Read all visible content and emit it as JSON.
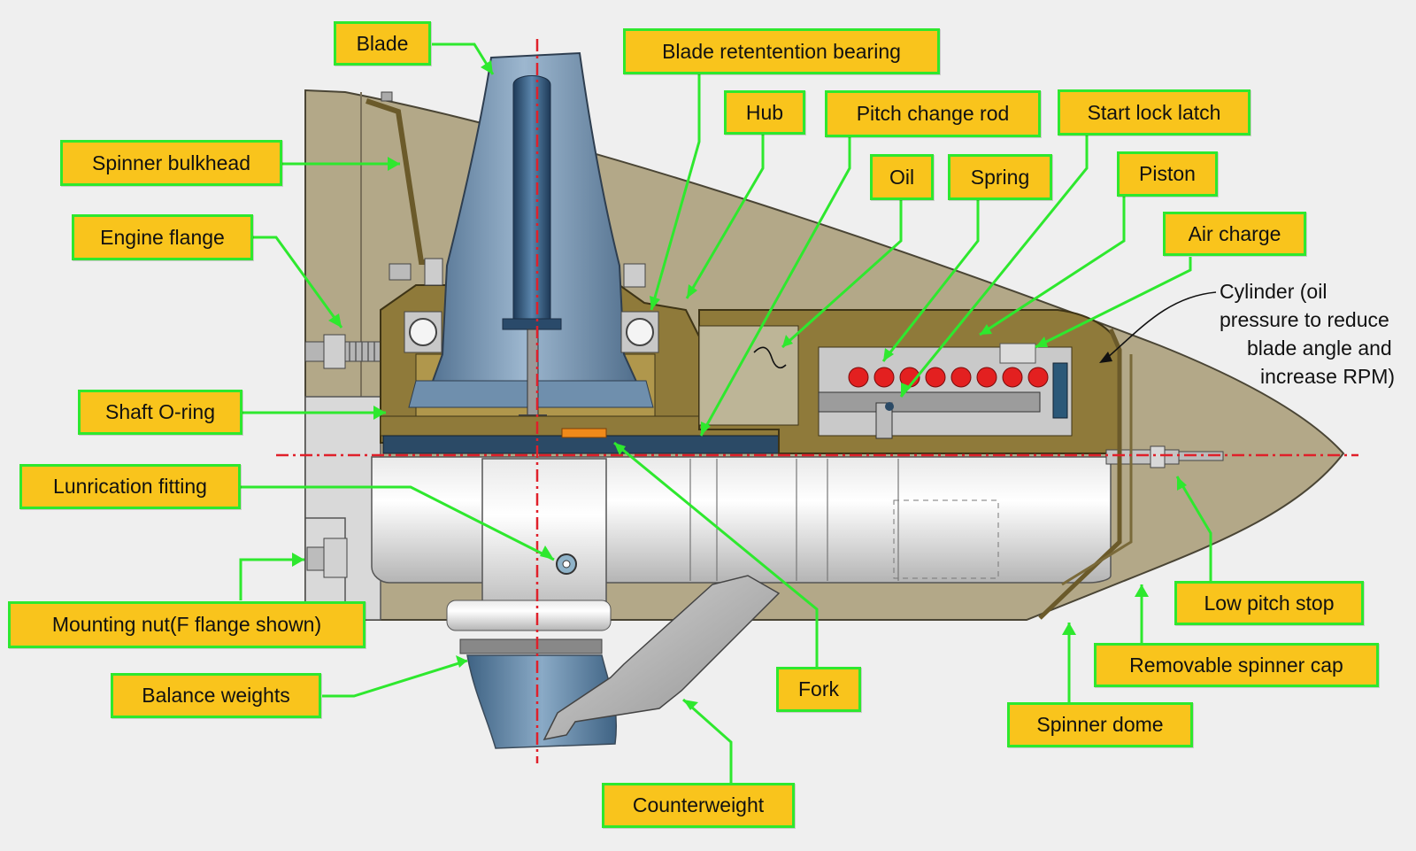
{
  "colors": {
    "label_fill": "#f9c41c",
    "label_border": "#2ee82e",
    "leader_line": "#2ee82e",
    "spinner": "#b3a888",
    "hub_bronze": "#8f7a3a",
    "blade_blue": "#6f8fad",
    "spring_red": "#e32020",
    "centerline": "#e0202a"
  },
  "labels": {
    "blade": "Blade",
    "blade_retention_bearing": "Blade retentention bearing",
    "hub": "Hub",
    "pitch_change_rod": "Pitch change rod",
    "start_lock_latch": "Start lock latch",
    "oil": "Oil",
    "spring": "Spring",
    "piston": "Piston",
    "air_charge": "Air charge",
    "spinner_bulkhead": "Spinner bulkhead",
    "engine_flange": "Engine flange",
    "shaft_o_ring": "Shaft O-ring",
    "lubrication_fitting": "Lunrication fitting",
    "mounting_nut": "Mounting nut(F flange shown)",
    "balance_weights": "Balance weights",
    "fork": "Fork",
    "counterweight": "Counterweight",
    "low_pitch_stop": "Low pitch stop",
    "removable_spinner_cap": "Removable spinner cap",
    "spinner_dome": "Spinner dome"
  },
  "cylinder_note": [
    "Cylinder (oil",
    "pressure to reduce",
    "blade angle and",
    "increase RPM)"
  ]
}
